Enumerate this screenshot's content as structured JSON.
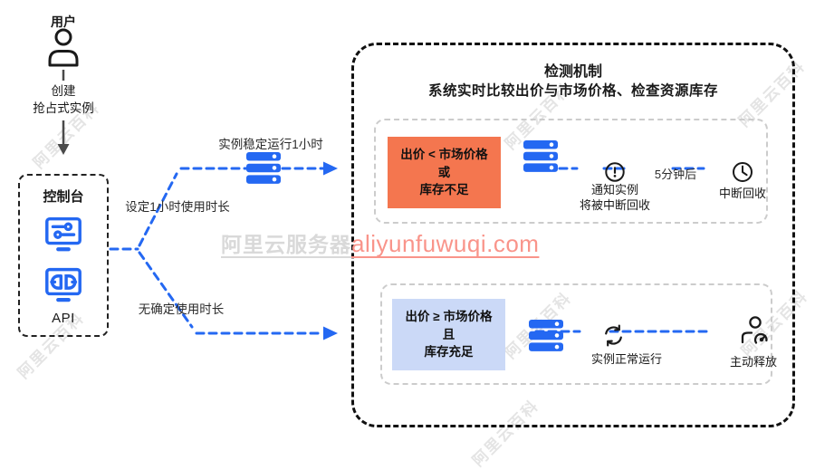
{
  "flow": {
    "user_label": "用户",
    "create_line1": "创建",
    "create_line2": "抢占式实例",
    "console": {
      "title": "控制台",
      "api_label": "API"
    },
    "branch_top_label": "设定1小时使用时长",
    "branch_top_note": "实例稳定运行1小时",
    "branch_bottom_label": "无确定使用时长"
  },
  "detection": {
    "title": "检测机制",
    "subtitle": "系统实时比较出价与市场价格、检查资源库存",
    "reclaim_path": {
      "condition_line1": "出价 < 市场价格",
      "condition_line2": "或",
      "condition_line3": "库存不足",
      "notify_line1": "通知实例",
      "notify_line2": "将被中断回收",
      "delay_label": "5分钟后",
      "reclaim_label": "中断回收"
    },
    "normal_path": {
      "condition_line1": "出价 ≥ 市场价格",
      "condition_line2": "且",
      "condition_line3": "库存充足",
      "running_label": "实例正常运行",
      "release_label": "主动释放"
    }
  },
  "watermarks": {
    "brand_gray": "阿里云服务器",
    "brand_site": "aliyunfuwuqi.com",
    "diagonal_text": "阿里云百科"
  },
  "icons": {
    "user": "user-icon",
    "console": "console-monitor-icon",
    "api": "api-plug-icon",
    "server": "server-icon",
    "notify": "exclamation-circle-icon",
    "reclaim": "clock-icon",
    "running": "refresh-icon",
    "release": "release-person-icon"
  },
  "colors": {
    "accent_blue": "#2468F2",
    "reclaim_condition_bg": "#F4764F",
    "normal_condition_bg": "#CBD9F7",
    "watermark_site": "#F9948A",
    "watermark_gray": "#D9D9D9"
  }
}
